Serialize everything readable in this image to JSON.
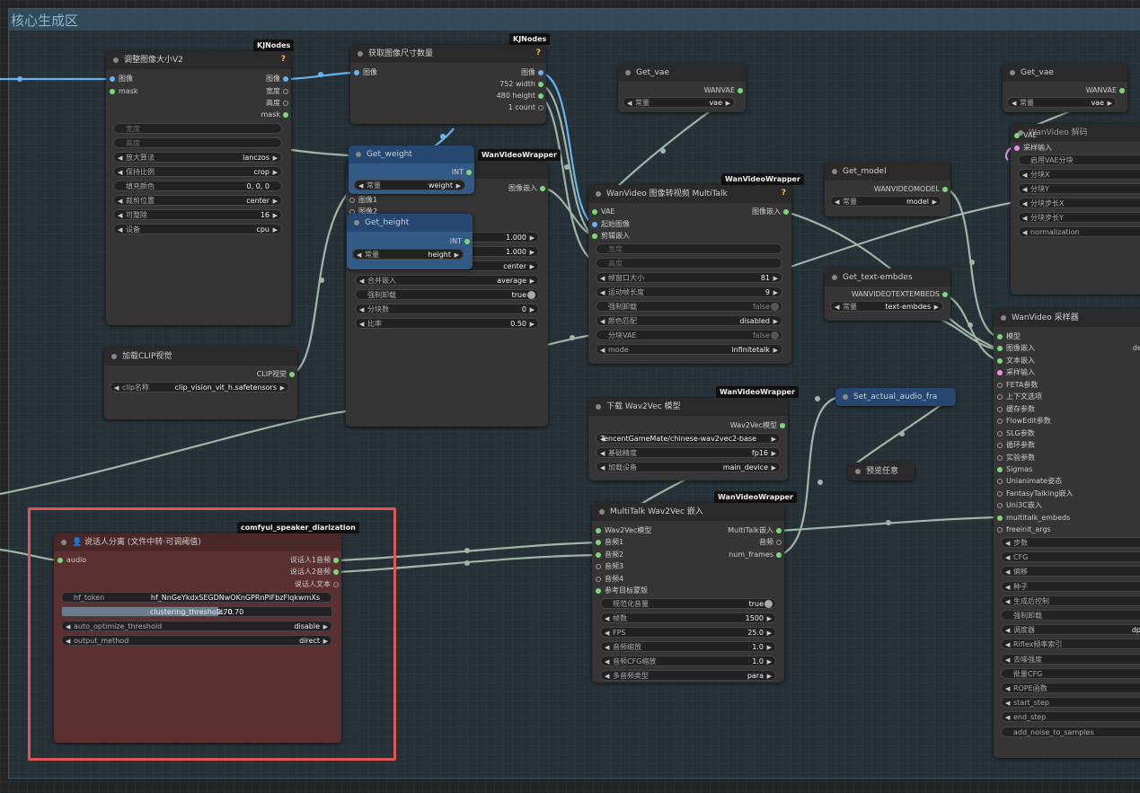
{
  "group_title": "核心生成区",
  "colors": {
    "accent_blue": "#69b2ee",
    "slot_green": "#7dd87d",
    "highlight": "#e05555",
    "speaker_node": "#5a3030"
  },
  "nodes": {
    "resize": {
      "badge": "KJNodes",
      "title": "调整图像大小V2",
      "help": "?",
      "inputs": [
        "图像",
        "mask"
      ],
      "outputs": [
        "图像",
        "宽度",
        "高度",
        "mask"
      ],
      "widgets": [
        [
          "宽度",
          ""
        ],
        [
          "高度",
          ""
        ],
        [
          "放大算法",
          "lanczos"
        ],
        [
          "保持比例",
          "crop"
        ],
        [
          "填充颜色",
          "0, 0, 0"
        ],
        [
          "裁剪位置",
          "center"
        ],
        [
          "可整除",
          "16"
        ],
        [
          "设备",
          "cpu"
        ]
      ]
    },
    "getsize": {
      "badge": "KJNodes",
      "title": "获取图像尺寸数量",
      "help": "?",
      "inputs": [
        "图像"
      ],
      "outputs": [
        "图像",
        "752 width",
        "480 height",
        "1 count"
      ]
    },
    "getvae1": {
      "title": "Get_vae",
      "out": "WANVAE",
      "w_l": "常量",
      "w_v": "vae"
    },
    "getvae2": {
      "title": "Get_vae",
      "out": "WANVAE",
      "w_l": "常量",
      "w_v": "vae",
      "under_title": "WanVideo 解码"
    },
    "getweight": {
      "title": "Get_weight",
      "out": "INT",
      "w_l": "常量",
      "w_v": "weight"
    },
    "getheight": {
      "title": "Get_height",
      "out": "INT",
      "w_l": "常量",
      "w_v": "height"
    },
    "embed": {
      "badge": "WanVideoWrapper",
      "out": "图像嵌入",
      "inputs": [
        "图像1",
        "图像2"
      ],
      "widgets": [
        [
          "",
          "1.000"
        ],
        [
          "",
          "1.000"
        ],
        [
          "",
          "center"
        ],
        [
          "合并嵌入",
          "average"
        ],
        [
          "强制卸载",
          "true"
        ],
        [
          "分块数",
          "0"
        ],
        [
          "比率",
          "0.50"
        ]
      ]
    },
    "multitalk": {
      "badge": "WanVideoWrapper",
      "title": "WanVideo 图像转视频 MultiTalk",
      "help": "?",
      "inputs": [
        "VAE",
        "起始图像",
        "剪辑嵌入"
      ],
      "output": "图像嵌入",
      "widgets": [
        [
          "宽度",
          ""
        ],
        [
          "高度",
          ""
        ],
        [
          "帧窗口大小",
          "81"
        ],
        [
          "运动帧长度",
          "9"
        ],
        [
          "强制卸载",
          "false"
        ],
        [
          "颜色匹配",
          "disabled"
        ],
        [
          "分块VAE",
          "false"
        ],
        [
          "mode",
          "infinitetalk"
        ]
      ]
    },
    "getmodel": {
      "title": "Get_model",
      "out": "WANVIDEOMODEL",
      "w_l": "常量",
      "w_v": "model"
    },
    "gettext": {
      "title": "Get_text-embdes",
      "out": "WANVIDEOTEXTEMBEDS",
      "w_l": "常量",
      "w_v": "text-embdes"
    },
    "clip": {
      "title": "加载CLIP视觉",
      "out": "CLIP视觉",
      "w_l": "clip名称",
      "w_v": "clip_vision_vit_h.safetensors"
    },
    "decode": {
      "inputs": [
        "VAE",
        "采样输入"
      ],
      "widgets": [
        "启用VAE分块",
        "分块X",
        "分块Y",
        "分块步长X",
        "分块步长Y",
        "normalization"
      ]
    },
    "w2vload": {
      "badge": "WanVideoWrapper",
      "title": "下载 Wav2Vec 模型",
      "out": "Wav2Vec模型",
      "widgets": [
        [
          "",
          "TencentGameMate/chinese-wav2vec2-base"
        ],
        [
          "基础精度",
          "fp16"
        ],
        [
          "加载设备",
          "main_device"
        ]
      ]
    },
    "setaudio": {
      "title": "Set_actual_audio_fra"
    },
    "preview": {
      "title": "预览任意"
    },
    "w2vembed": {
      "badge": "WanVideoWrapper",
      "title": "MultiTalk Wav2Vec 嵌入",
      "inputs": [
        "Wav2Vec模型",
        "音频1",
        "音频2",
        "音频3",
        "音频4",
        "参考目标蒙版"
      ],
      "outputs": [
        "MultiTalk嵌入",
        "音频",
        "num_frames"
      ],
      "widgets": [
        [
          "规范化音量",
          "true"
        ],
        [
          "帧数",
          "1500"
        ],
        [
          "FPS",
          "25.0"
        ],
        [
          "音频缩放",
          "1.0"
        ],
        [
          "音频CFG缩放",
          "1.0"
        ],
        [
          "多音频类型",
          "para"
        ]
      ]
    },
    "sampler": {
      "title": "WanVideo 采样器",
      "side": "den",
      "inputs": [
        "模型",
        "图像嵌入",
        "文本嵌入",
        "采样输入",
        "FETA参数",
        "上下文选项",
        "缓存参数",
        "FlowEdit参数",
        "SLG参数",
        "循环参数",
        "实验参数",
        "Sigmas",
        "Unianimate姿态",
        "FantasyTalking嵌入",
        "Uni3C嵌入",
        "multitalk_embeds",
        "freeinit_args"
      ],
      "widgets": [
        [
          "步数",
          ""
        ],
        [
          "CFG",
          ""
        ],
        [
          "偏移",
          ""
        ],
        [
          "种子",
          ""
        ],
        [
          "生成后控制",
          ""
        ],
        [
          "强制卸载",
          ""
        ],
        [
          "调度器",
          "dp"
        ],
        [
          "Riflex频率索引",
          ""
        ],
        [
          "去噪强度",
          ""
        ],
        [
          "批量CFG",
          ""
        ],
        [
          "ROPE函数",
          ""
        ],
        [
          "start_step",
          ""
        ],
        [
          "end_step",
          ""
        ],
        [
          "add_noise_to_samples",
          ""
        ]
      ]
    },
    "speaker": {
      "badge": "comfyui_speaker_diarization",
      "title": "说话人分离 (文件中转·可调阈值)",
      "input": "audio",
      "outputs": [
        "说话人1音频",
        "说话人2音频",
        "说话人文本"
      ],
      "hf_label": "hf_token",
      "hf_value": "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",
      "clus_label": "clustering_threshold",
      "clus_value": "0.70",
      "clus_frac": 0.58,
      "auto_label": "auto_optimize_threshold",
      "auto_value": "disable",
      "out_label": "output_method",
      "out_value": "direct"
    }
  }
}
